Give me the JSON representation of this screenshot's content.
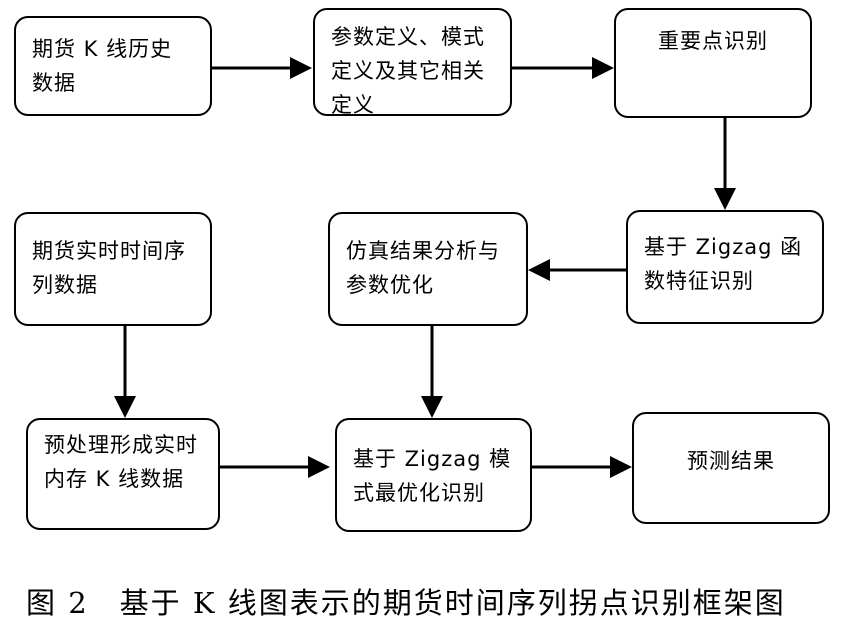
{
  "nodes": {
    "n1": "期货 K 线历史数据",
    "n2": "参数定义、模式定义及其它相关定义",
    "n3": "重要点识别",
    "n4": "基于 Zigzag 函数特征识别",
    "n5": "仿真结果分析与参数优化",
    "n6": "期货实时时间序列数据",
    "n7": "预处理形成实时内存 K 线数据",
    "n8": "基于 Zigzag 模式最优化识别",
    "n9": "预测结果"
  },
  "caption": "图 2　基于 K 线图表示的期货时间序列拐点识别框架图"
}
